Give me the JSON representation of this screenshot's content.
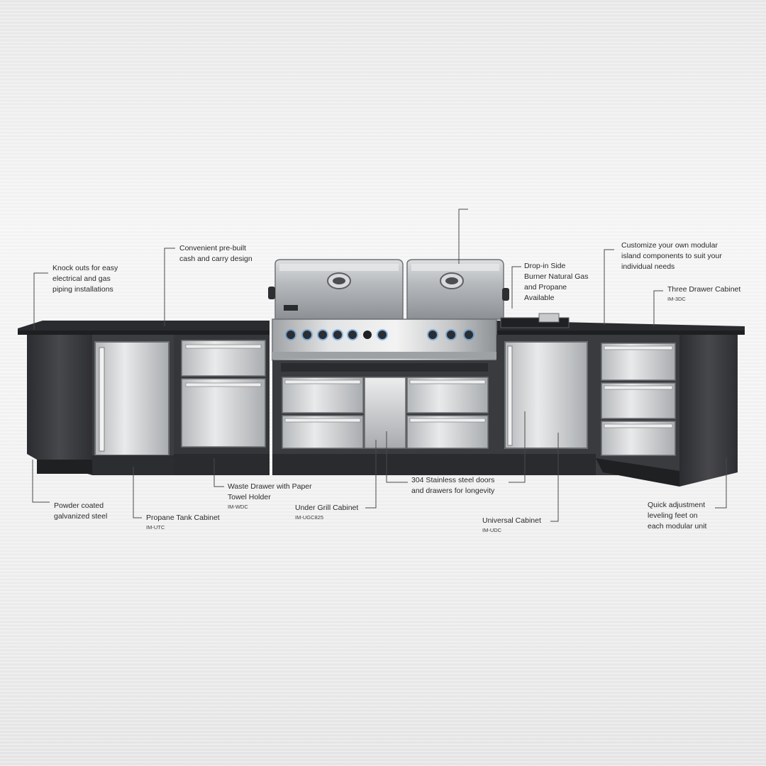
{
  "callouts": {
    "knock_outs": "Knock outs for easy electrical and gas piping installations",
    "cash_carry": "Convenient pre-built cash and carry design",
    "side_burner": "Drop-in Side Burner Natural Gas and Propane Available",
    "customize": "Customize your own modular island components to suit your individual needs",
    "three_drawer": {
      "title": "Three Drawer Cabinet",
      "code": "IM-3DC"
    },
    "powder_coated": "Powder coated galvanized steel",
    "propane_tank": {
      "title": "Propane Tank Cabinet",
      "code": "IM-UTC"
    },
    "waste_drawer": {
      "title": "Waste Drawer with Paper Towel Holder",
      "code": "IM-WDC"
    },
    "under_grill": {
      "title": "Under Grill Cabinet",
      "code": "IM-UGC825"
    },
    "stainless": "304 Stainless steel doors and drawers for longevity",
    "universal": {
      "title": "Universal Cabinet",
      "code": "IM-UDC"
    },
    "leveling": "Quick adjustment leveling feet on each modular unit"
  },
  "colors": {
    "cabinet_dark": "#3c3d40",
    "countertop": "#2a2b2e",
    "stainless": "#c9cbcd",
    "knob_blue": "#3d8fe0",
    "leader_line": "#4a4a4a"
  }
}
